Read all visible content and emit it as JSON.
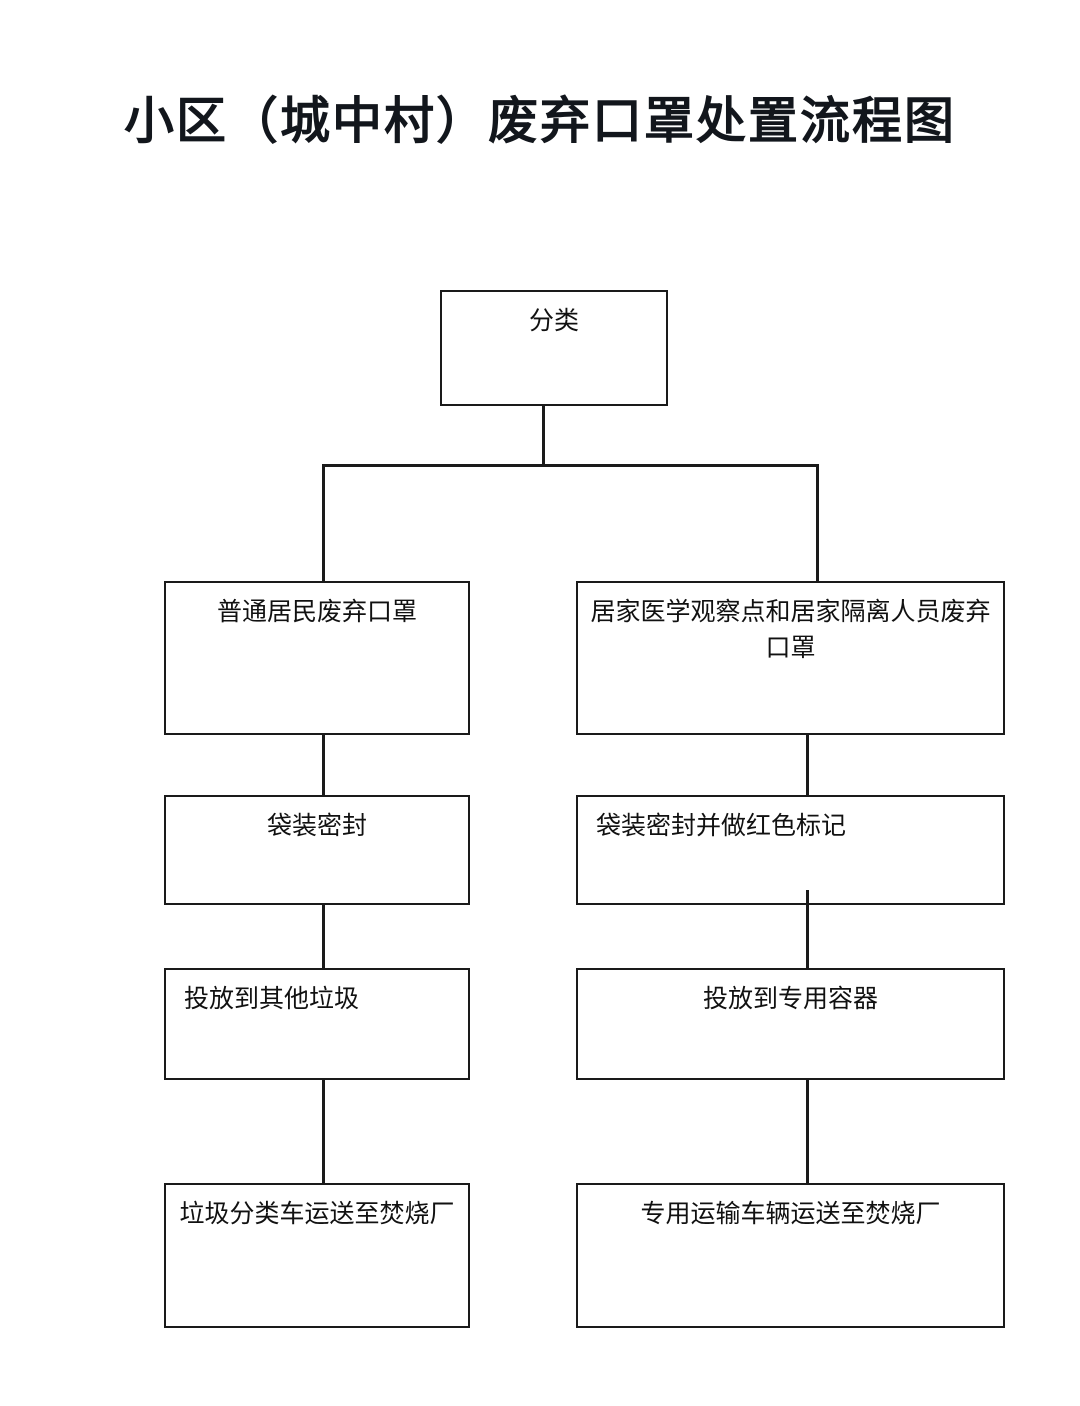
{
  "diagram": {
    "title": "小区（城中村）废弃口罩处置流程图",
    "type": "flowchart",
    "orientation": "top-down",
    "nodes": {
      "root": {
        "id": "root",
        "label": "分类"
      },
      "left": [
        {
          "id": "l1",
          "label": "普通居民废弃口罩"
        },
        {
          "id": "l2",
          "label": "袋装密封"
        },
        {
          "id": "l3",
          "label": "投放到其他垃圾"
        },
        {
          "id": "l4",
          "label": "垃圾分类车运送至焚烧厂"
        }
      ],
      "right": [
        {
          "id": "r1",
          "label": "居家医学观察点和居家隔离人员废弃口罩"
        },
        {
          "id": "r2",
          "label": "袋装密封并做红色标记"
        },
        {
          "id": "r3",
          "label": "投放到专用容器"
        },
        {
          "id": "r4",
          "label": "专用运输车辆运送至焚烧厂"
        }
      ]
    },
    "edges": [
      {
        "from": "root",
        "to": "l1"
      },
      {
        "from": "root",
        "to": "r1"
      },
      {
        "from": "l1",
        "to": "l2"
      },
      {
        "from": "l2",
        "to": "l3"
      },
      {
        "from": "l3",
        "to": "l4"
      },
      {
        "from": "r1",
        "to": "r2"
      },
      {
        "from": "r2",
        "to": "r3"
      },
      {
        "from": "r3",
        "to": "r4"
      }
    ],
    "colors": {
      "background": "#ffffff",
      "stroke": "#1a1a1a",
      "text": "#111111",
      "title": "#12161c"
    }
  }
}
